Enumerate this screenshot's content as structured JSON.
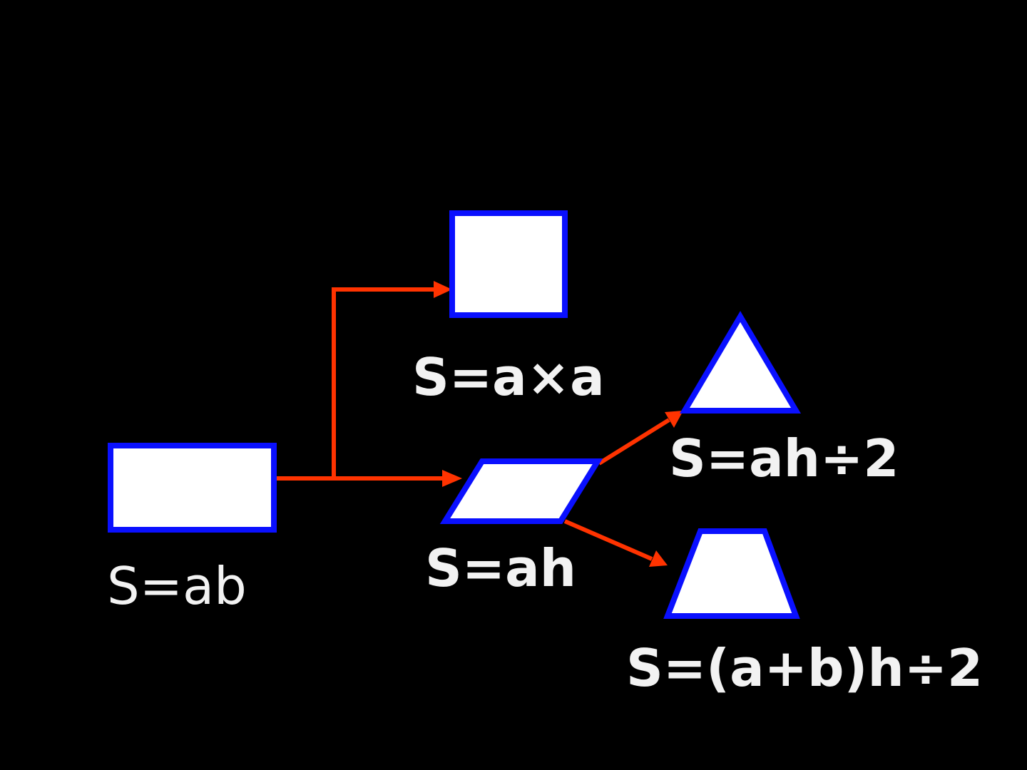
{
  "diagram": {
    "colors": {
      "background": "#000000",
      "shape_fill": "#ffffff",
      "shape_stroke": "#0a10ff",
      "arrow": "#ff3300",
      "text": "#f2f2f2"
    },
    "nodes": [
      {
        "id": "rectangle",
        "shape": "rectangle",
        "formula": "S=ab"
      },
      {
        "id": "square",
        "shape": "square",
        "formula": "S=a×a"
      },
      {
        "id": "parallelogram",
        "shape": "parallelogram",
        "formula": "S=ah"
      },
      {
        "id": "triangle",
        "shape": "triangle",
        "formula": "S=ah÷2"
      },
      {
        "id": "trapezoid",
        "shape": "trapezoid",
        "formula": "S=(a+b)h÷2"
      }
    ],
    "edges": [
      {
        "from": "rectangle",
        "to": "square"
      },
      {
        "from": "rectangle",
        "to": "parallelogram"
      },
      {
        "from": "parallelogram",
        "to": "triangle"
      },
      {
        "from": "parallelogram",
        "to": "trapezoid"
      }
    ]
  }
}
